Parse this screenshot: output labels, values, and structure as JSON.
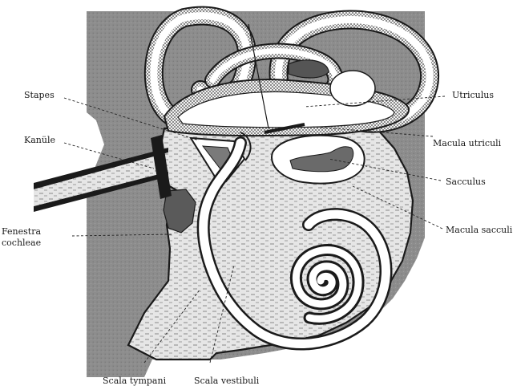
{
  "labels": {
    "stapes": "Stapes",
    "kanule": "Kanüle",
    "fenestra_line1": "Fenestra",
    "fenestra_line2": "cochleae",
    "utriculus": "Utriculus",
    "macula_utriculi": "Macula utriculi",
    "sacculus": "Sacculus",
    "macula_sacculi": "Macula sacculi",
    "scala_tympani": "Scala tympani",
    "scala_vestibuli": "Scala vestibuli"
  },
  "colors": {
    "bone": "#8d8d8d",
    "fluid": "#e4e4e4",
    "membrane": "#ffffff",
    "ink": "#1a1a1a"
  }
}
